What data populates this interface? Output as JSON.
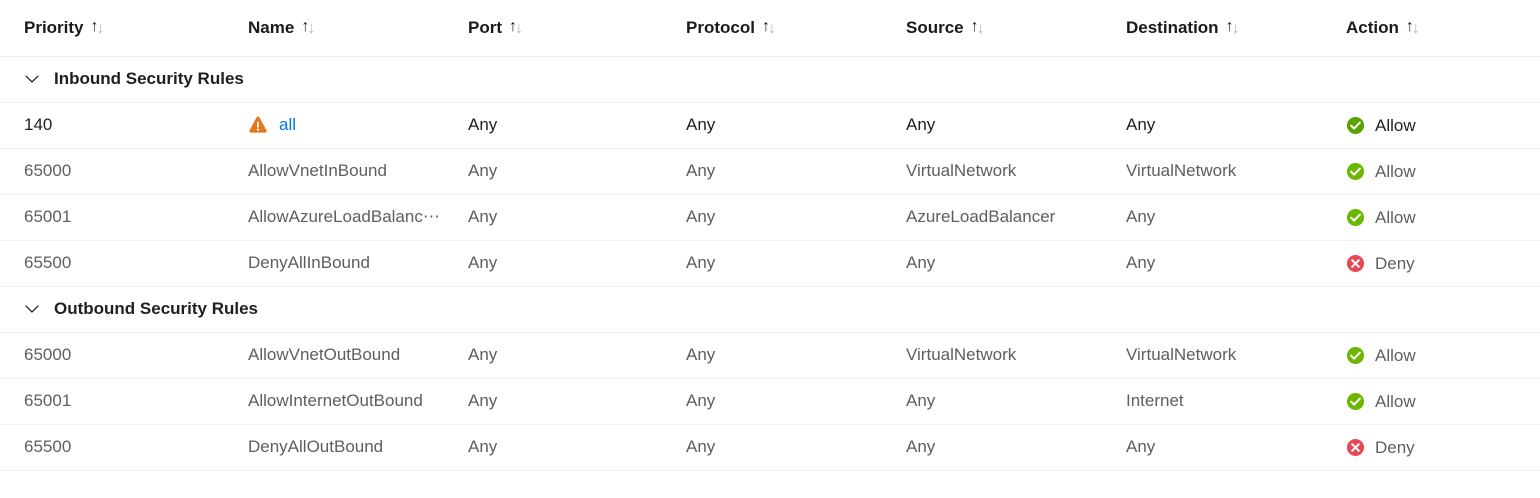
{
  "table": {
    "columns": [
      {
        "key": "priority",
        "label": "Priority",
        "sortable": true
      },
      {
        "key": "name",
        "label": "Name",
        "sortable": true
      },
      {
        "key": "port",
        "label": "Port",
        "sortable": true
      },
      {
        "key": "protocol",
        "label": "Protocol",
        "sortable": true
      },
      {
        "key": "source",
        "label": "Source",
        "sortable": true
      },
      {
        "key": "destination",
        "label": "Destination",
        "sortable": true
      },
      {
        "key": "action",
        "label": "Action",
        "sortable": true
      }
    ],
    "sort_icons": {
      "ascending": "↑",
      "descending": "↓"
    },
    "groups": [
      {
        "id": "inbound",
        "label": "Inbound Security Rules",
        "expanded": true,
        "chevron_icon": "chevron-down-icon",
        "rows": [
          {
            "priority": "140",
            "name": "all",
            "name_is_link": true,
            "warning_icon": "warning-triangle-icon",
            "port": "Any",
            "protocol": "Any",
            "source": "Any",
            "destination": "Any",
            "action": "Allow",
            "action_icon": "check-circle-icon",
            "emphasis": true
          },
          {
            "priority": "65000",
            "name": "AllowVnetInBound",
            "name_is_link": false,
            "warning_icon": null,
            "port": "Any",
            "protocol": "Any",
            "source": "VirtualNetwork",
            "destination": "VirtualNetwork",
            "action": "Allow",
            "action_icon": "check-circle-icon",
            "emphasis": false
          },
          {
            "priority": "65001",
            "name": "AllowAzureLoadBalanc⋯",
            "name_is_link": false,
            "warning_icon": null,
            "port": "Any",
            "protocol": "Any",
            "source": "AzureLoadBalancer",
            "destination": "Any",
            "action": "Allow",
            "action_icon": "check-circle-icon",
            "emphasis": false
          },
          {
            "priority": "65500",
            "name": "DenyAllInBound",
            "name_is_link": false,
            "warning_icon": null,
            "port": "Any",
            "protocol": "Any",
            "source": "Any",
            "destination": "Any",
            "action": "Deny",
            "action_icon": "cross-circle-icon",
            "emphasis": false
          }
        ]
      },
      {
        "id": "outbound",
        "label": "Outbound Security Rules",
        "expanded": true,
        "chevron_icon": "chevron-down-icon",
        "rows": [
          {
            "priority": "65000",
            "name": "AllowVnetOutBound",
            "name_is_link": false,
            "warning_icon": null,
            "port": "Any",
            "protocol": "Any",
            "source": "VirtualNetwork",
            "destination": "VirtualNetwork",
            "action": "Allow",
            "action_icon": "check-circle-icon",
            "emphasis": false
          },
          {
            "priority": "65001",
            "name": "AllowInternetOutBound",
            "name_is_link": false,
            "warning_icon": null,
            "port": "Any",
            "protocol": "Any",
            "source": "Any",
            "destination": "Internet",
            "action": "Allow",
            "action_icon": "check-circle-icon",
            "emphasis": false
          },
          {
            "priority": "65500",
            "name": "DenyAllOutBound",
            "name_is_link": false,
            "warning_icon": null,
            "port": "Any",
            "protocol": "Any",
            "source": "Any",
            "destination": "Any",
            "action": "Deny",
            "action_icon": "cross-circle-icon",
            "emphasis": false
          }
        ]
      }
    ]
  },
  "colors": {
    "link": "#0078d4",
    "allow_green": "#57a300",
    "allow_green_muted": "#6bb700",
    "deny_red": "#e74856",
    "warning_orange": "#e8761b",
    "text_primary": "#201f1e",
    "text_secondary": "#605e5c",
    "row_border": "#f3f2f1"
  }
}
